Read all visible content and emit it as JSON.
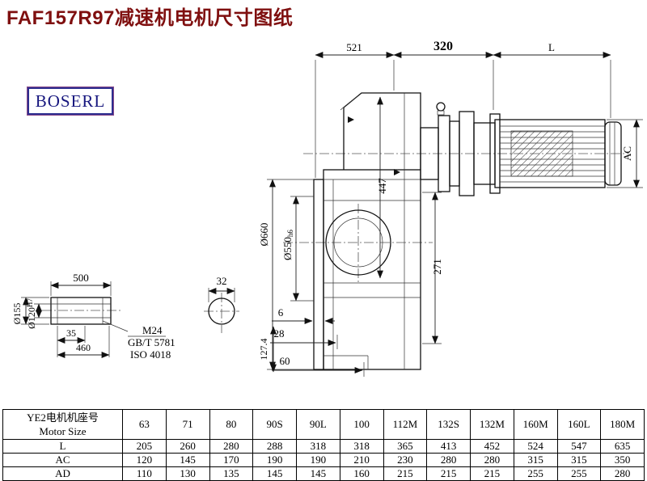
{
  "header": {
    "title": "FAF157R97减速机电机尺寸图纸",
    "logo": "BOSERL"
  },
  "drawing": {
    "dim_521": "521",
    "dim_320": "320",
    "dim_L": "L",
    "dim_AC": "AC",
    "dim_flange_od": "Ø660",
    "dim_spigot": "Ø550",
    "dim_spigot_tol": "h6",
    "dim_447": "447",
    "dim_271": "271",
    "dim_6": "6",
    "dim_28": "28",
    "dim_60": "60",
    "dim_127_4": "127.4",
    "shaft": {
      "dim_500": "500",
      "dim_35": "35",
      "dim_460": "460",
      "dim_od": "Ø155",
      "dim_bore": "Ø120",
      "dim_bore_tol": "H7",
      "dim_32": "32",
      "thread": "M24",
      "std1": "GB/T 5781",
      "std2": "ISO 4018"
    }
  },
  "table": {
    "header": {
      "line1": "YE2电机机座号",
      "line2": "Motor Size"
    },
    "sizes": [
      "63",
      "71",
      "80",
      "90S",
      "90L",
      "100",
      "112M",
      "132S",
      "132M",
      "160M",
      "160L",
      "180M"
    ],
    "rows": [
      {
        "label": "L",
        "values": [
          "205",
          "260",
          "280",
          "288",
          "318",
          "318",
          "365",
          "413",
          "452",
          "524",
          "547",
          "635"
        ]
      },
      {
        "label": "AC",
        "values": [
          "120",
          "145",
          "170",
          "190",
          "190",
          "210",
          "230",
          "280",
          "280",
          "315",
          "315",
          "350"
        ]
      },
      {
        "label": "AD",
        "values": [
          "110",
          "130",
          "135",
          "145",
          "145",
          "160",
          "215",
          "215",
          "215",
          "255",
          "255",
          "280"
        ]
      }
    ]
  }
}
